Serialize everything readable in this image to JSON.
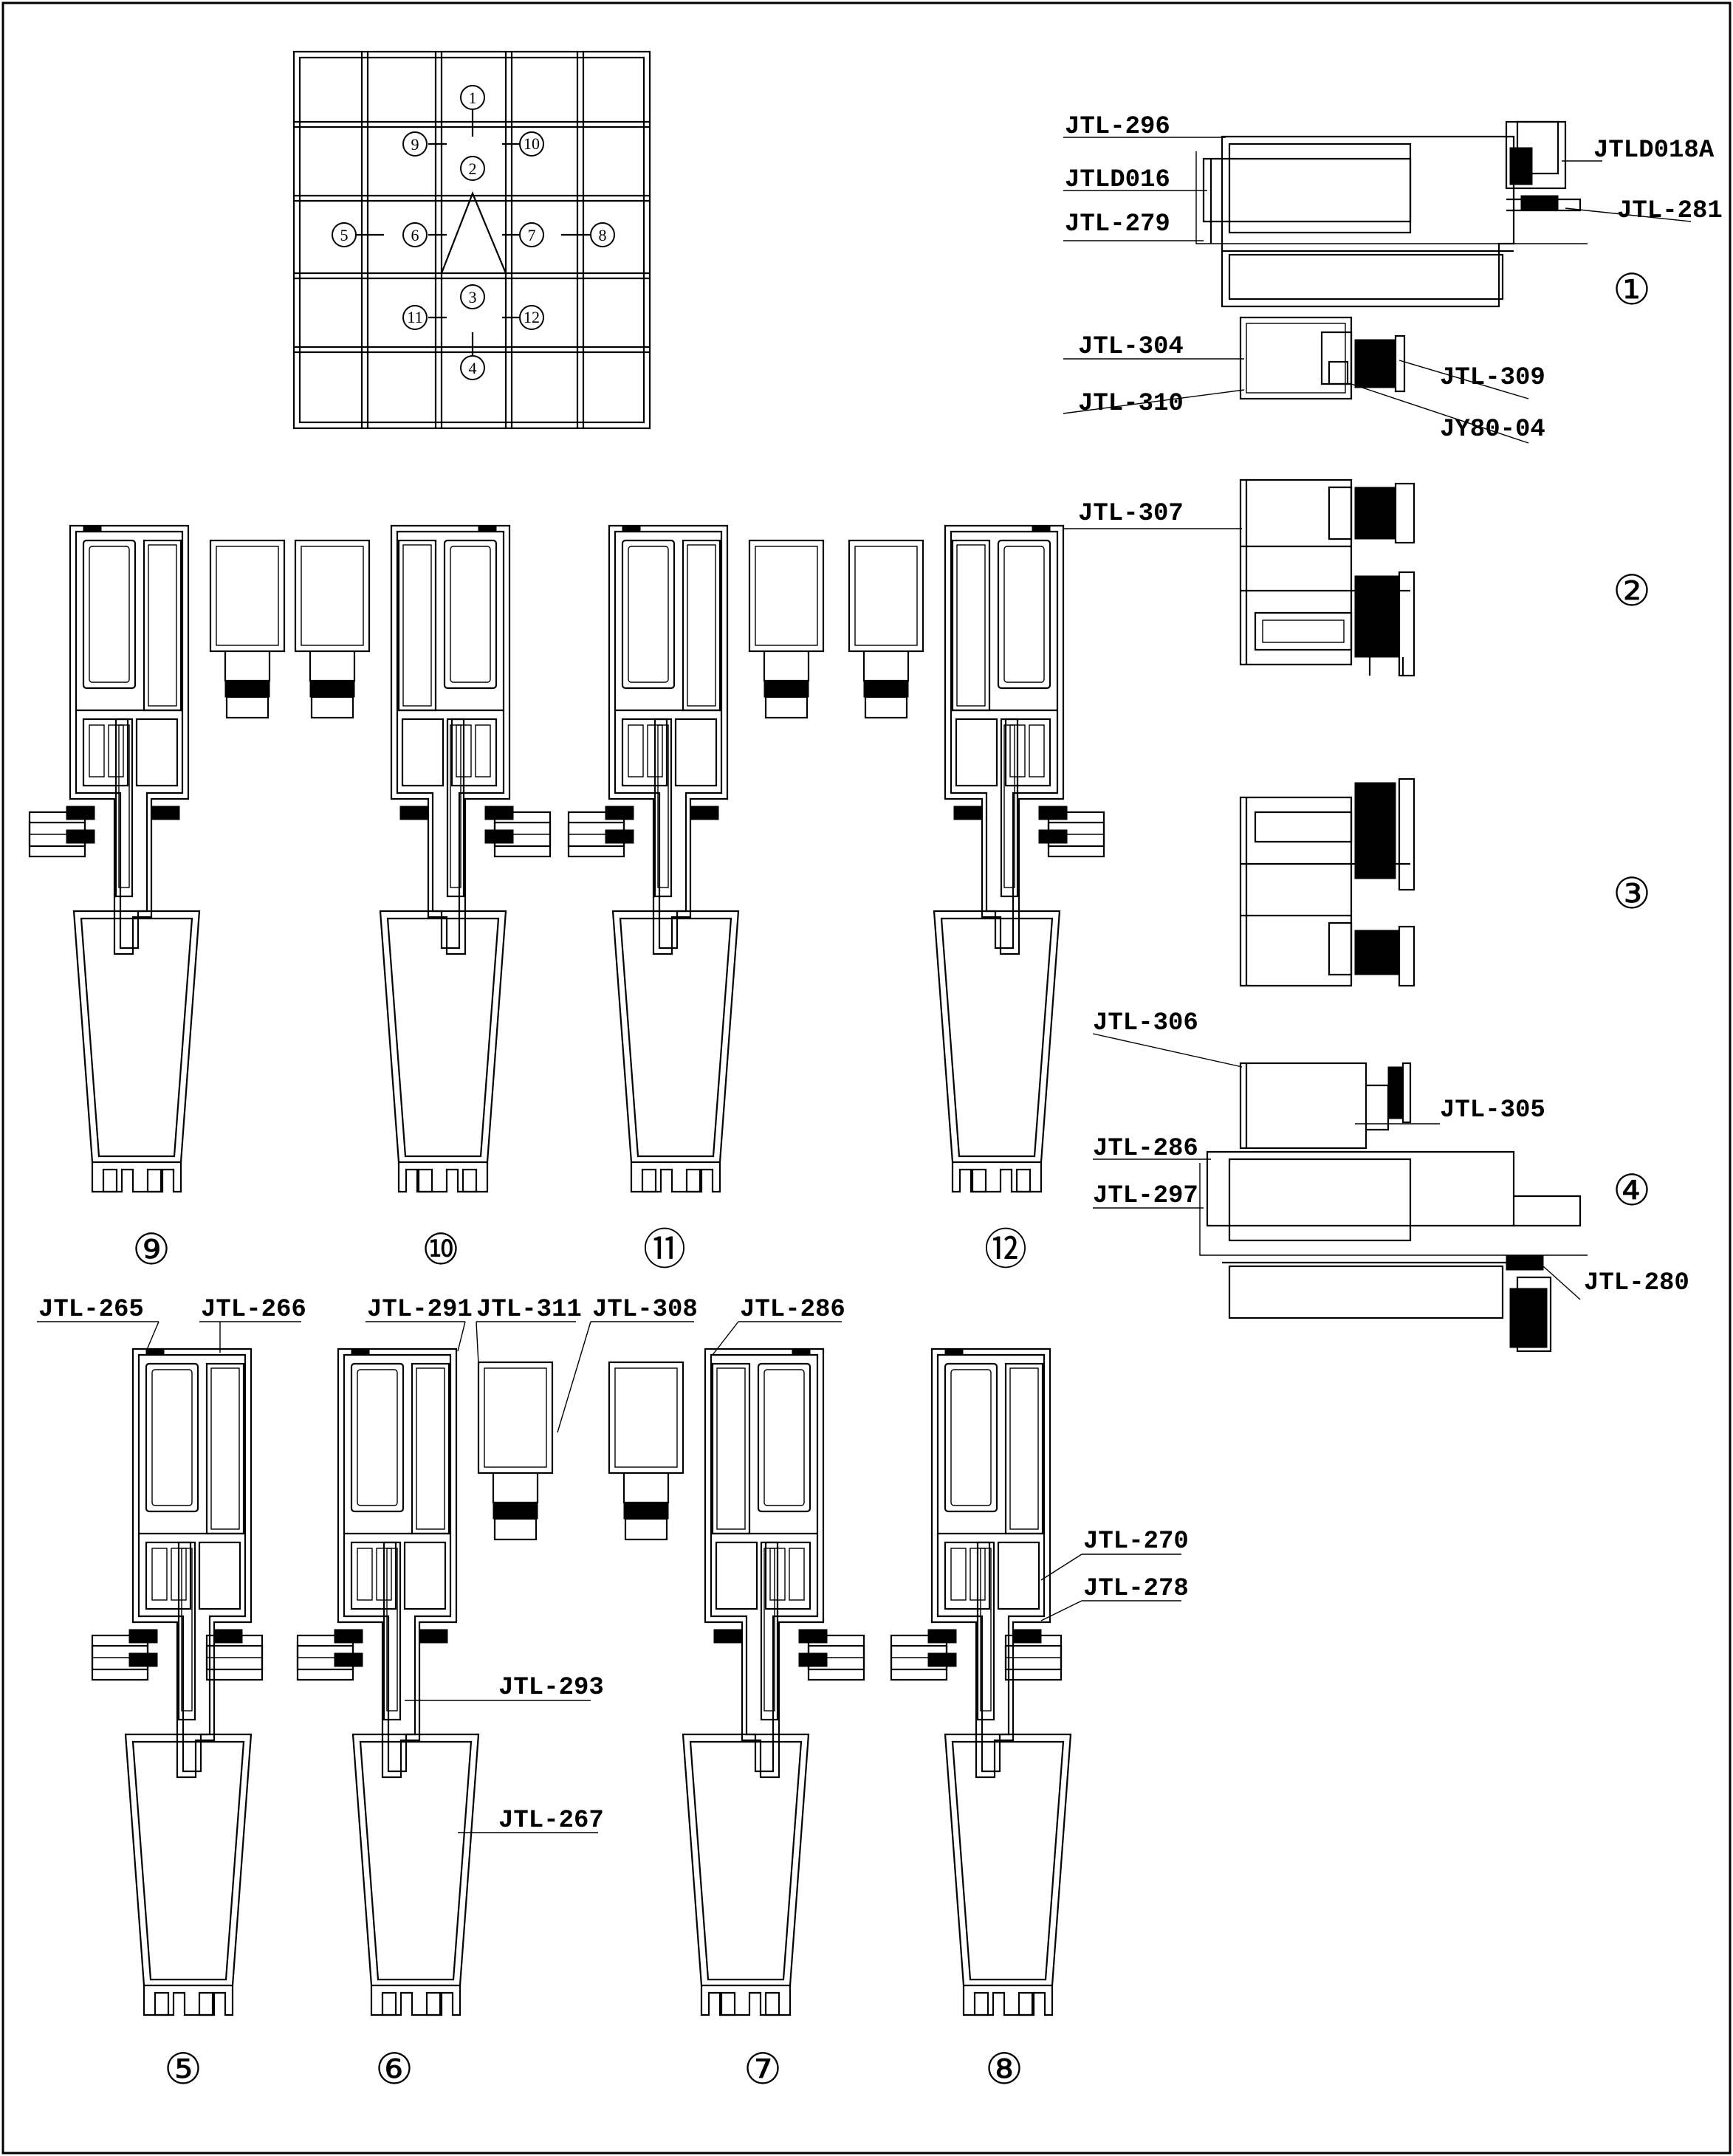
{
  "key_plan": {
    "markers": [
      "1",
      "2",
      "3",
      "4",
      "5",
      "6",
      "7",
      "8",
      "9",
      "10",
      "11",
      "12"
    ]
  },
  "section_captions": {
    "s1": "①",
    "s2": "②",
    "s3": "③",
    "s4": "④",
    "s5": "⑤",
    "s6": "⑥",
    "s7": "⑦",
    "s8": "⑧",
    "s9": "⑨",
    "s10": "⑩",
    "s11": "⑪",
    "s12": "⑫"
  },
  "labels": {
    "jtl296": "JTL-296",
    "jtld016": "JTLD016",
    "jtl279": "JTL-279",
    "jtld018a": "JTLD018A",
    "jtl281": "JTL-281",
    "jtl304": "JTL-304",
    "jtl309": "JTL-309",
    "jtl310": "JTL-310",
    "jy8004": "JY80-04",
    "jtl307": "JTL-307",
    "jtl306": "JTL-306",
    "jtl305": "JTL-305",
    "jtl286a": "JTL-286",
    "jtl297": "JTL-297",
    "jtl280": "JTL-280",
    "jtl265": "JTL-265",
    "jtl266": "JTL-266",
    "jtl291": "JTL-291",
    "jtl311": "JTL-311",
    "jtl308": "JTL-308",
    "jtl286b": "JTL-286",
    "jtl270": "JTL-270",
    "jtl278": "JTL-278",
    "jtl293": "JTL-293",
    "jtl267": "JTL-267"
  }
}
